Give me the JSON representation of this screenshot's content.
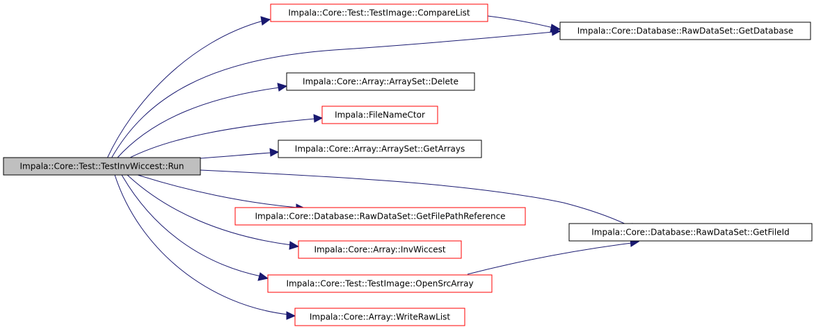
{
  "graph": {
    "colors": {
      "edge": "#191970",
      "root_fill": "#bfbfbf",
      "linked_border": "#ff0000",
      "plain_border": "#000000",
      "node_fill": "#ffffff"
    },
    "root": {
      "label": "Impala::Core::Test::TestInvWiccest::Run"
    },
    "nodes": {
      "compare_list": {
        "label": "Impala::Core::Test::TestImage::CompareList"
      },
      "get_database": {
        "label": "Impala::Core::Database::RawDataSet::GetDatabase"
      },
      "arrayset_delete": {
        "label": "Impala::Core::Array::ArraySet::Delete"
      },
      "filename_ctor": {
        "label": "Impala::FileNameCtor"
      },
      "get_arrays": {
        "label": "Impala::Core::Array::ArraySet::GetArrays"
      },
      "get_file_path_reference": {
        "label": "Impala::Core::Database::RawDataSet::GetFilePathReference"
      },
      "get_file_id": {
        "label": "Impala::Core::Database::RawDataSet::GetFileId"
      },
      "inv_wiccest": {
        "label": "Impala::Core::Array::InvWiccest"
      },
      "open_src_array": {
        "label": "Impala::Core::Test::TestImage::OpenSrcArray"
      },
      "write_raw_list": {
        "label": "Impala::Core::Array::WriteRawList"
      }
    }
  }
}
